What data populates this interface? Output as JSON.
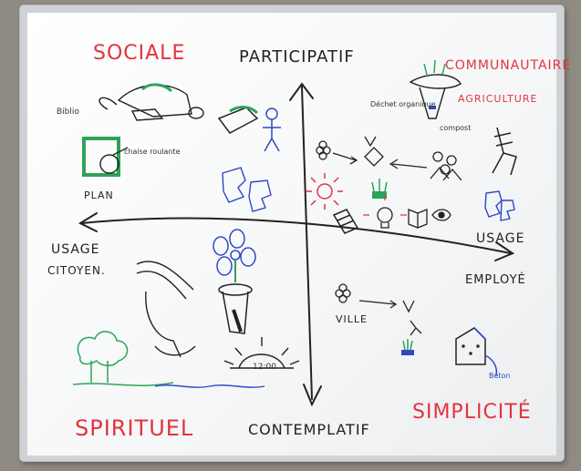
{
  "labels": {
    "sociale": "SOCIALE",
    "participatif": "PARTICIPATIF",
    "communautaire": "COMMUNAUTAIRE",
    "agriculture": "AGRICULTURE",
    "biblio": "Biblio",
    "chaise": "chaise roulante",
    "plan": "PLAN",
    "usage_citoyen_1": "USAGE",
    "usage_citoyen_2": "CITOYEN.",
    "usage_employe_1": "USAGE",
    "usage_employe_2": "EMPLOYÉ",
    "ville": "VILLE",
    "beton": "Béton",
    "spirituel": "SPIRITUEL",
    "contemplatif": "CONTEMPLATIF",
    "simplicite": "SIMPLICITÉ",
    "sun_label": "12:00",
    "dechet": "Déchet organique",
    "compost": "compost"
  },
  "colors": {
    "red_marker": "#e3333f",
    "black_marker": "#222222",
    "green_marker": "#2ea35a",
    "blue_marker": "#2d49c4"
  },
  "icons": [
    "flower-icon",
    "sun-icon",
    "tree-icon",
    "puzzle-icon",
    "lightbulb-icon",
    "book-icon",
    "eye-icon",
    "chair-icon",
    "house-icon"
  ]
}
